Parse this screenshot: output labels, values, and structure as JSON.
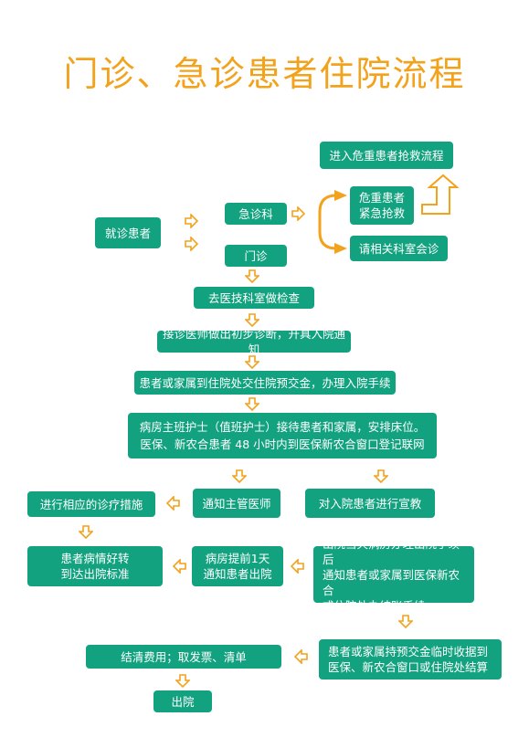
{
  "title": "门诊、急诊患者住院流程",
  "nodes": {
    "jiuzhen": "就诊患者",
    "jizhenke": "急诊科",
    "menzhen": "门诊",
    "qiangjiu_liucheng": "进入危重患者抢救流程",
    "weizhong": "危重患者\n紧急抢救",
    "huizhen": "请相关科室会诊",
    "jiancha": "去医技科室做检查",
    "zhenduan": "接诊医师做出初步诊断，开具入院通知",
    "yujiaojin": "患者或家属到住院处交住院预交金，办理入院手续",
    "hushi": "病房主班护士（值班护士）接待患者和家属，安排床位。\n医保、新农合患者 48 小时内到医保新农合窗口登记联网",
    "cuoshi": "进行相应的诊疗措施",
    "tongzhi_yishi": "通知主管医师",
    "xuanjiao": "对入院患者进行宣教",
    "haozhuan": "患者病情好转\n到达出院标准",
    "tiqian": "病房提前1天\n通知患者出院",
    "chuyuan_shouxu": "出院当天病房办理出院手续后\n通知患者或家属到医保新农合\n或住院处办结账手续",
    "jiesuan": "患者或家属持预交金临时收据到\n医保、新农合窗口或住院处结算",
    "jieqing": "结清费用；取发票、清单",
    "chuyuan": "出院"
  },
  "colors": {
    "box": "#13a27f",
    "title": "#f2a21b",
    "arrow": "#f2a21b"
  }
}
